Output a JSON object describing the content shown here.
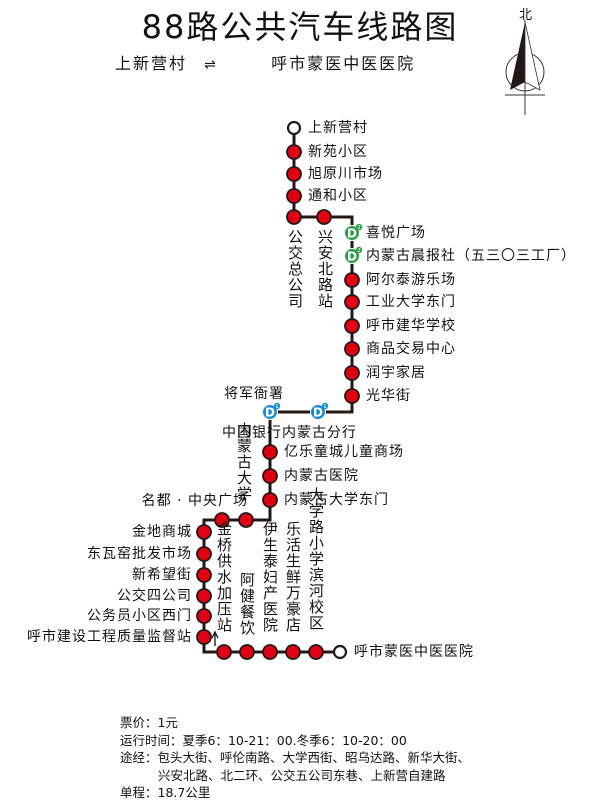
{
  "title": "88路公共汽车线路图",
  "direction": {
    "from": "上新营村",
    "to": "呼市蒙医中医医院"
  },
  "compass": {
    "label": "北"
  },
  "colors": {
    "line": "#231815",
    "stop": "#e10012",
    "transfer_green": "#2e9e48",
    "transfer_blue": "#1a8ccf"
  },
  "stops": [
    {
      "name": "上新营村",
      "type": "terminal"
    },
    {
      "name": "新苑小区",
      "type": "stop"
    },
    {
      "name": "旭原川市场",
      "type": "stop"
    },
    {
      "name": "通和小区",
      "type": "stop"
    },
    {
      "name": "公交总公司",
      "type": "stop"
    },
    {
      "name": "兴安北路站",
      "type": "stop"
    },
    {
      "name": "喜悦广场",
      "type": "transfer",
      "badge": "D",
      "badge_num": "2"
    },
    {
      "name": "内蒙古晨报社（五三〇三工厂）",
      "type": "transfer",
      "badge": "D",
      "badge_num": "2"
    },
    {
      "name": "阿尔泰游乐场",
      "type": "stop"
    },
    {
      "name": "工业大学东门",
      "type": "stop"
    },
    {
      "name": "呼市建华学校",
      "type": "stop"
    },
    {
      "name": "商品交易中心",
      "type": "stop"
    },
    {
      "name": "润宇家居",
      "type": "stop"
    },
    {
      "name": "光华街",
      "type": "stop"
    },
    {
      "name": "中国银行内蒙古分行",
      "type": "transfer",
      "badge": "D",
      "badge_num": "1"
    },
    {
      "name": "将军衙署",
      "type": "transfer",
      "badge": "D",
      "badge_num": "1"
    },
    {
      "name": "亿乐童城儿童商场",
      "type": "stop"
    },
    {
      "name": "内蒙古医院",
      "type": "stop"
    },
    {
      "name": "内蒙古大学东门",
      "type": "stop"
    },
    {
      "name": "内蒙古大学",
      "type": "stop"
    },
    {
      "name": "名都 · 中央广场",
      "type": "stop"
    },
    {
      "name": "金地商城",
      "type": "stop"
    },
    {
      "name": "东瓦窑批发市场",
      "type": "stop"
    },
    {
      "name": "新希望街",
      "type": "stop"
    },
    {
      "name": "公交四公司",
      "type": "stop"
    },
    {
      "name": "公务员小区西门",
      "type": "stop"
    },
    {
      "name": "呼市建设工程质量监督站",
      "type": "stop"
    },
    {
      "name": "金桥供水加压站",
      "type": "stop"
    },
    {
      "name": "阿健餐饮",
      "type": "stop"
    },
    {
      "name": "伊生泰妇产医院",
      "type": "stop"
    },
    {
      "name": "乐活生鲜万豪店",
      "type": "stop"
    },
    {
      "name": "大学路小学滨河校区",
      "type": "stop"
    },
    {
      "name": "呼市蒙医中医医院",
      "type": "terminal"
    }
  ],
  "info": {
    "fare": "票价：1元",
    "hours": "运行时间：夏季6：10-21：00.冬季6：10-20：00",
    "via_1": "途经：包头大街、呼伦南路、大学西街、昭乌达路、新华大街、",
    "via_2": "兴安北路、北二环、公交五公司东巷、上新营自建路",
    "distance": "单程：18.7公里"
  }
}
